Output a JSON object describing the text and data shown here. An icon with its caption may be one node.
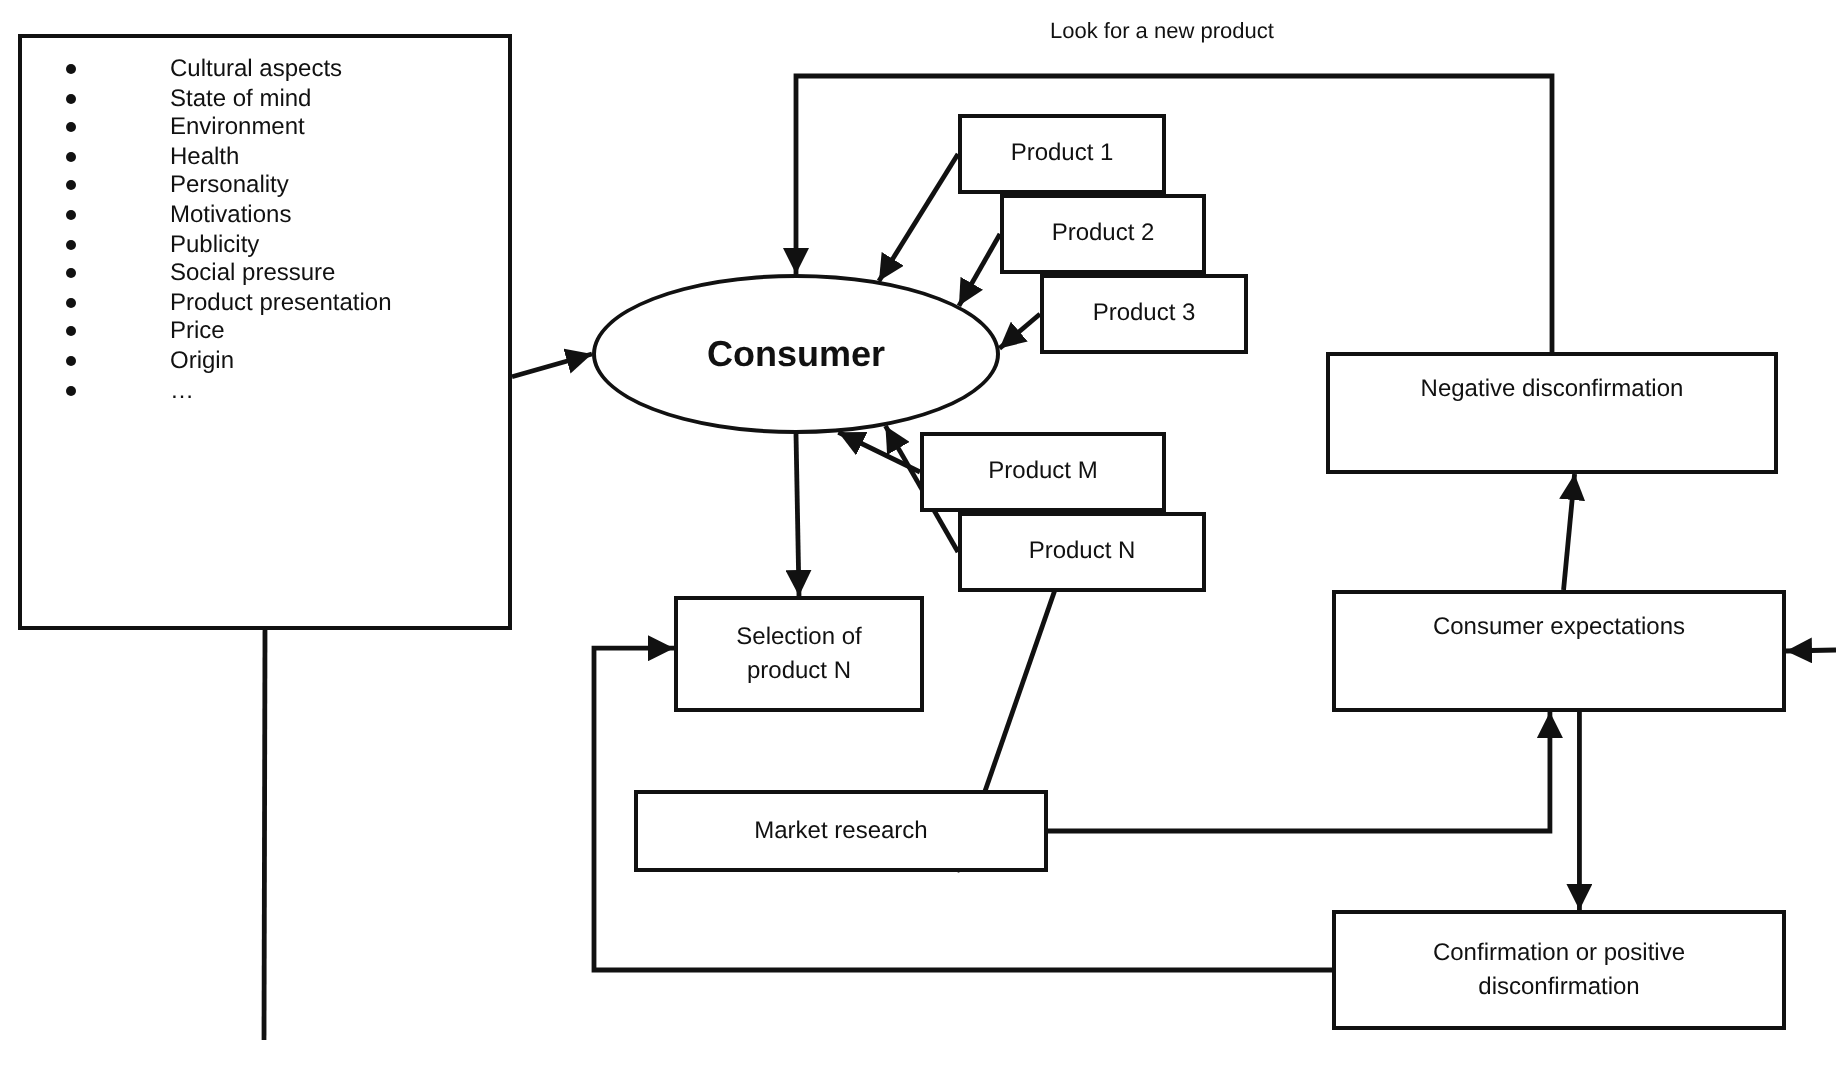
{
  "diagram": {
    "nodes": [
      {
        "text": [
          "Cultural aspects",
          "State of mind",
          "Environment",
          "Health",
          "Personality",
          "Motivations",
          "Publicity",
          "Social pressure",
          "Product presentation",
          "Price",
          "Origin",
          "…"
        ]
      },
      {
        "text": [
          "Consumer"
        ]
      },
      {
        "text": [
          "Product 1"
        ]
      },
      {
        "text": [
          "Product 2"
        ]
      },
      {
        "text": [
          "Product 3"
        ]
      },
      {
        "text": [
          "Product M"
        ]
      },
      {
        "text": [
          "Product N"
        ]
      },
      {
        "text": [
          "Selection of product N"
        ]
      },
      {
        "text": [
          "Market research"
        ]
      },
      {
        "text": [
          "Negative disconfirmation"
        ]
      },
      {
        "text": [
          "Consumer expectations"
        ]
      },
      {
        "text": [
          "Confirmation or positive disconfirmation"
        ]
      }
    ],
    "edges": [
      {
        "from": 0,
        "to": 1,
        "arrow": "to"
      },
      {
        "from": 2,
        "to": 1,
        "arrow": "to"
      },
      {
        "from": 3,
        "to": 1,
        "arrow": "to"
      },
      {
        "from": 4,
        "to": 1,
        "arrow": "to"
      },
      {
        "from": 5,
        "to": 1,
        "arrow": "to"
      },
      {
        "from": 6,
        "to": 1,
        "arrow": "to"
      },
      {
        "from": 1,
        "to": 7,
        "arrow": "to"
      },
      {
        "from": 8,
        "to": 6,
        "arrow": "to"
      },
      {
        "from": 8,
        "to": 10,
        "arrow": "to"
      },
      {
        "from": 10,
        "to": 9,
        "arrow": "to"
      },
      {
        "from": 9,
        "to": 1,
        "arrow": "to",
        "label": "Look for a new product"
      },
      {
        "from": 10,
        "to": 11,
        "arrow": "to"
      },
      {
        "from": 11,
        "to": 7,
        "arrow": "to"
      },
      {
        "from": 0,
        "to": null,
        "arrow": "none"
      },
      {
        "from": null,
        "to": 10,
        "arrow": "to"
      }
    ]
  }
}
